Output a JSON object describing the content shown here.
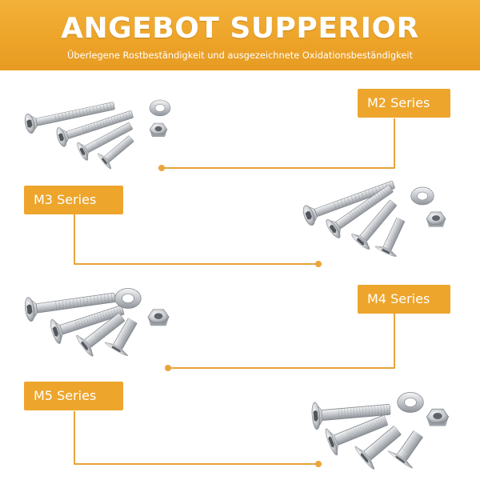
{
  "banner": {
    "title": "ANGEBOT SUPPERIOR",
    "subtitle": "Überlegene Rostbeständigkeit und ausgezeichnete Oxidationsbeständigkeit"
  },
  "series": [
    {
      "id": "m2",
      "label": "M2 Series"
    },
    {
      "id": "m3",
      "label": "M3 Series"
    },
    {
      "id": "m4",
      "label": "M4 Series"
    },
    {
      "id": "m5",
      "label": "M5 Series"
    }
  ],
  "colors": {
    "accent": "#eda52c",
    "accent_light": "#f3b13a",
    "connector": "#e9a53a",
    "steel": "#c9ccd0"
  },
  "icons": [
    "countersunk-screw-icon",
    "washer-icon",
    "hex-nut-icon"
  ]
}
